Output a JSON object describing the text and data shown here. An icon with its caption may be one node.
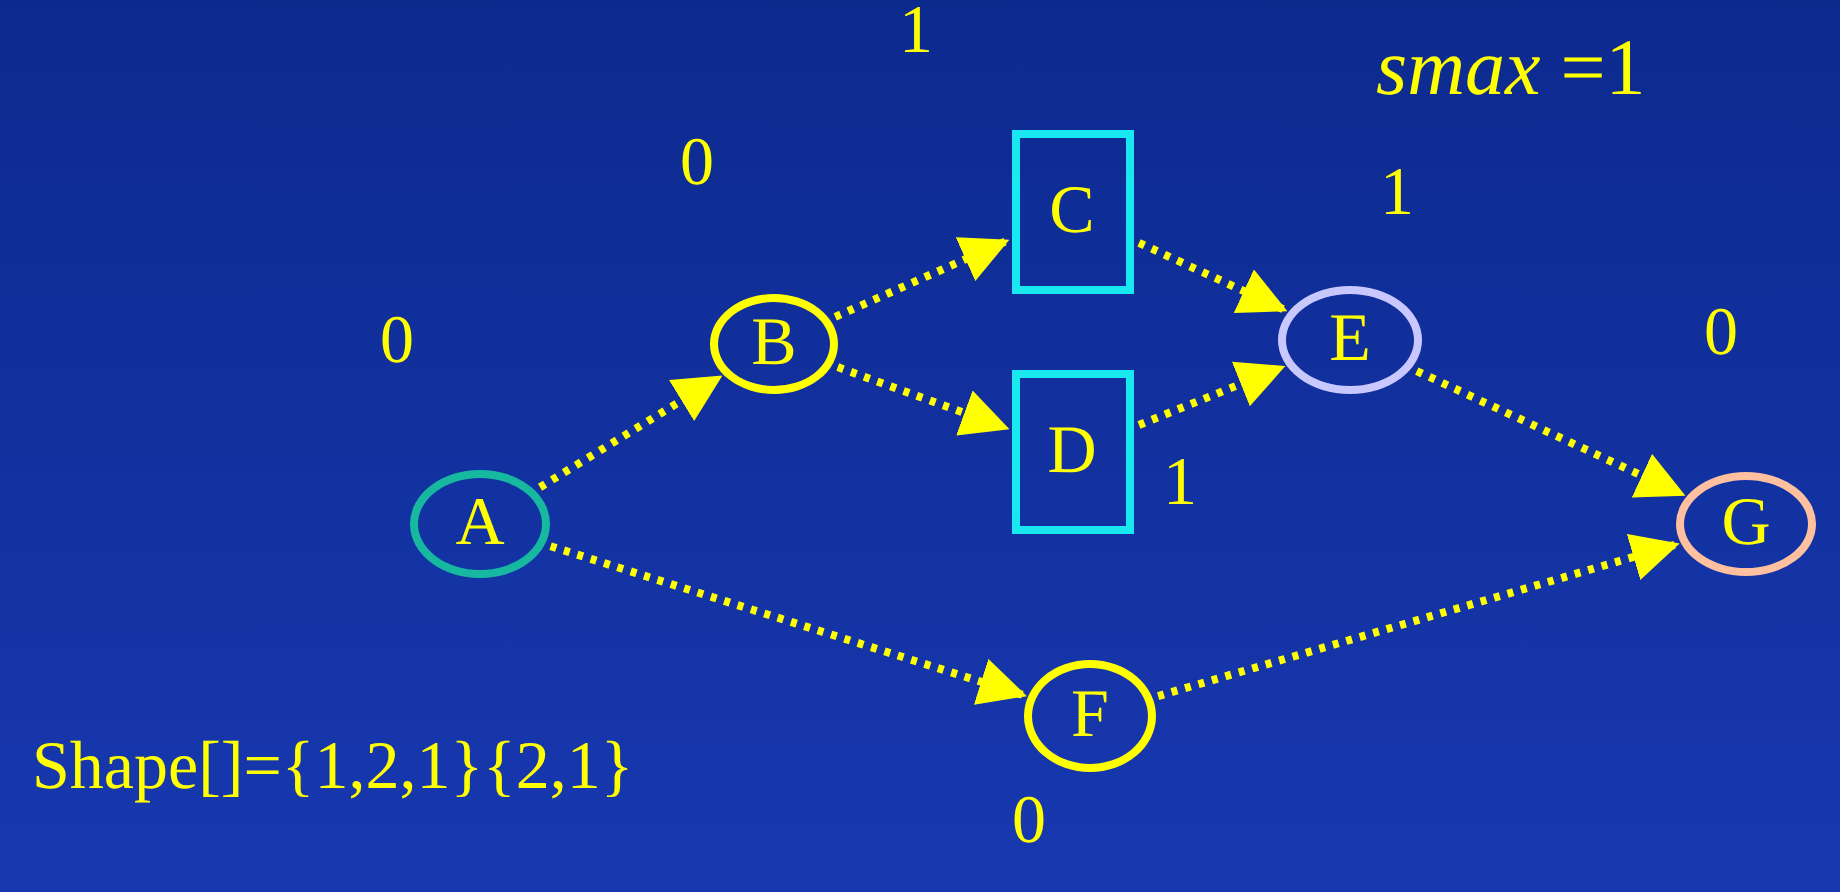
{
  "diagram": {
    "nodes": [
      {
        "text": [
          "A"
        ],
        "beside": [
          "0"
        ]
      },
      {
        "text": [
          "B"
        ],
        "beside": [
          "0"
        ]
      },
      {
        "text": [
          "C"
        ],
        "beside": [
          "1"
        ]
      },
      {
        "text": [
          "D"
        ],
        "beside": [
          "1"
        ]
      },
      {
        "text": [
          "E"
        ],
        "beside": [
          "1"
        ]
      },
      {
        "text": [
          "F"
        ],
        "beside": [
          "0"
        ]
      },
      {
        "text": [
          "G"
        ],
        "beside": [
          "0"
        ]
      }
    ],
    "edges": [
      {
        "from": 0,
        "to": 1,
        "arrow": "to",
        "style": "dashed"
      },
      {
        "from": 0,
        "to": 5,
        "arrow": "to",
        "style": "dashed"
      },
      {
        "from": 1,
        "to": 2,
        "arrow": "to",
        "style": "dashed"
      },
      {
        "from": 1,
        "to": 3,
        "arrow": "to",
        "style": "dashed"
      },
      {
        "from": 2,
        "to": 4,
        "arrow": "to",
        "style": "dashed"
      },
      {
        "from": 3,
        "to": 4,
        "arrow": "to",
        "style": "dashed"
      },
      {
        "from": 4,
        "to": 6,
        "arrow": "to",
        "style": "dashed"
      },
      {
        "from": 5,
        "to": 6,
        "arrow": "to",
        "style": "dashed"
      }
    ],
    "labels": [
      "*smax* =1",
      "Shape[]={1,2,1}{2,1}"
    ]
  }
}
